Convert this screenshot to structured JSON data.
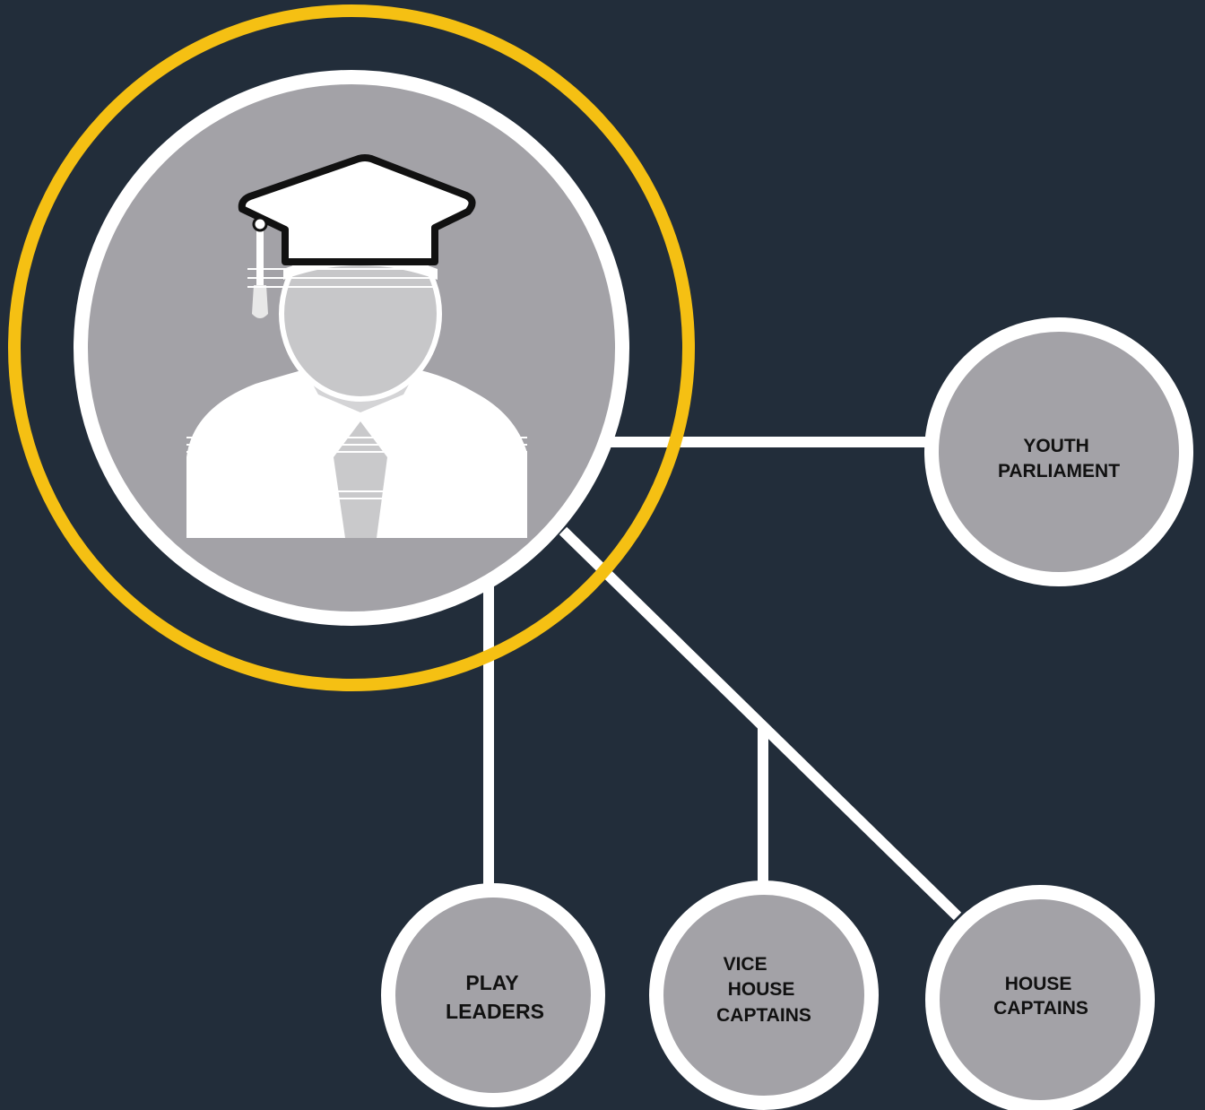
{
  "diagram": {
    "center": {
      "icon": "graduate-student-icon"
    },
    "nodes": [
      {
        "id": "youth-parliament",
        "lines": [
          "YOUTH",
          "PARLIAMENT"
        ]
      },
      {
        "id": "play-leaders",
        "lines": [
          "PLAY",
          "LEADERS"
        ]
      },
      {
        "id": "vice-house-captains",
        "lines": [
          "VICE",
          "HOUSE",
          "CAPTAINS"
        ]
      },
      {
        "id": "house-captains",
        "lines": [
          "HOUSE",
          "CAPTAINS"
        ]
      }
    ]
  },
  "colors": {
    "background": "#222d3a",
    "accent_ring": "#f5c013",
    "node_fill": "#a3a2a7",
    "node_border": "#ffffff",
    "connector": "#ffffff",
    "icon": "#ffffff"
  }
}
